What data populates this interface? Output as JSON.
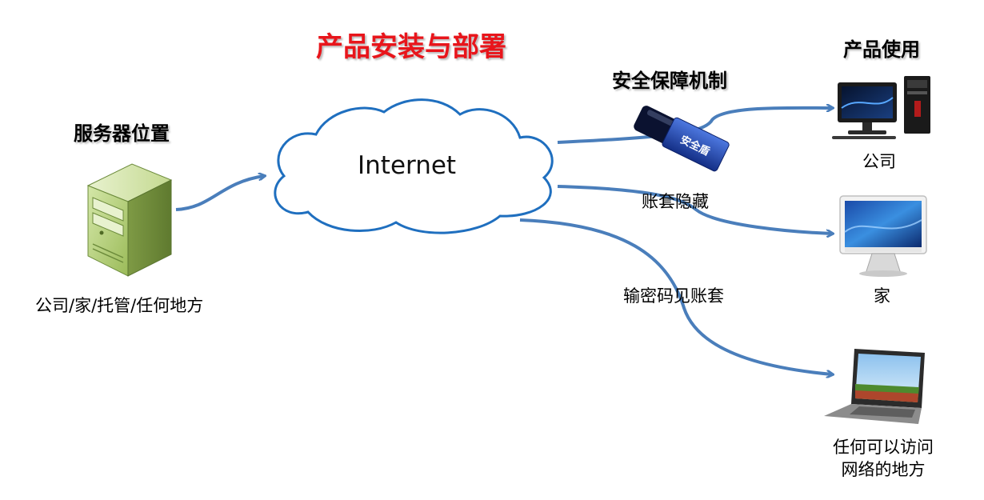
{
  "title": "产品安装与部署",
  "server": {
    "heading": "服务器位置",
    "caption": "公司/家/托管/任何地方"
  },
  "cloud": {
    "label": "Internet"
  },
  "security": {
    "heading": "安全保障机制",
    "usb_text": "安全盾"
  },
  "usage": {
    "heading": "产品使用",
    "company": "公司",
    "home": "家",
    "anywhere_line1": "任何可以访问",
    "anywhere_line2": "网络的地方"
  },
  "arrows": {
    "hide_accounts": "账套隐藏",
    "password_view": "输密码见账套"
  },
  "colors": {
    "title": "#e8151b",
    "arrow": "#4a7ebb",
    "cloud_stroke": "#1f6fbf",
    "server_green": "#9bbb59",
    "usb_blue": "#1d3fa8"
  }
}
